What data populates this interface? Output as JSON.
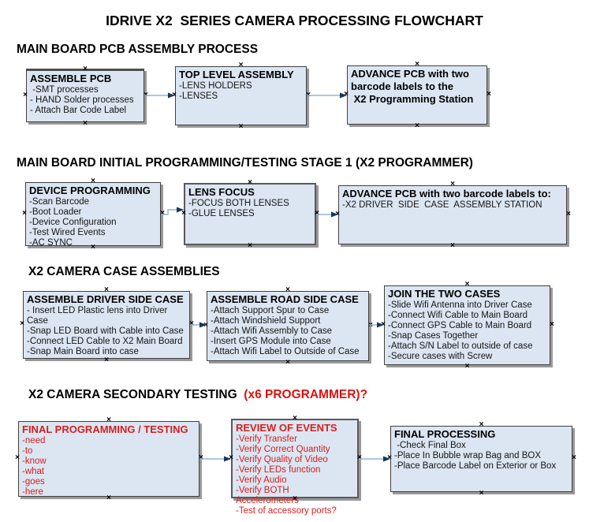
{
  "title": "IDRIVE X2  SERIES CAMERA PROCESSING FLOWCHART",
  "colors": {
    "box_fill": "#dce6f2",
    "box_border": "#404040",
    "box_shadow": "#999999",
    "connector_line": "#95b3d7",
    "connector_arrowhead": "#17375e",
    "red_text": "#d42020",
    "black_text": "#000000"
  },
  "sections": [
    {
      "heading": "MAIN BOARD PCB ASSEMBLY PROCESS",
      "boxes": [
        {
          "title": "ASSEMBLE PCB",
          "items": [
            " -SMT processes",
            "- HAND Solder processes",
            "- Attach Bar Code Label"
          ]
        },
        {
          "title": "TOP LEVEL ASSEMBLY",
          "items": [
            "-LENS HOLDERS",
            "-LENSES"
          ]
        },
        {
          "title": "ADVANCE PCB with two\nbarcode labels to the\n X2 Programming Station",
          "items": []
        }
      ]
    },
    {
      "heading": "MAIN BOARD INITIAL PROGRAMMING/TESTING STAGE 1 (X2 PROGRAMMER)",
      "boxes": [
        {
          "title": "DEVICE PROGRAMMING",
          "items": [
            "-Scan Barcode",
            "-Boot Loader",
            "-Device Configuration",
            "-Test Wired Events",
            "-AC SYNC"
          ]
        },
        {
          "title": "LENS FOCUS",
          "items": [
            "-FOCUS BOTH LENSES",
            "-GLUE LENSES"
          ]
        },
        {
          "title": "ADVANCE PCB with two barcode labels to:",
          "items": [
            "-X2 DRIVER  SIDE  CASE  ASSEMBLY STATION"
          ]
        }
      ]
    },
    {
      "heading": "X2 CAMERA CASE ASSEMBLIES",
      "boxes": [
        {
          "title": "ASSEMBLE DRIVER SIDE CASE",
          "items": [
            "- Insert LED Plastic lens into Driver Case",
            "-Snap LED Board with Cable into Case",
            "-Connect LED Cable to X2 Main Board",
            "-Snap Main Board into case"
          ]
        },
        {
          "title": "ASSEMBLE ROAD SIDE CASE",
          "items": [
            "-Attach Support Spur to Case",
            "-Attach Windshield Support",
            "-Attach Wifi Assembly to Case",
            "-Insert GPS Module into Case",
            "-Attach Wifi Label to Outside of Case"
          ]
        },
        {
          "title": "JOIN THE TWO CASES",
          "items": [
            "-Slide Wifi Antenna into Driver Case",
            "-Connect Wifi Cable to Main Board",
            "-Connect GPS Cable to Main Board",
            "-Snap Cases Together",
            "-Attach S/N Label to outside of case",
            "-Secure cases with Screw"
          ]
        }
      ]
    },
    {
      "heading": "X2 CAMERA SECONDARY TESTING ",
      "heading_red": " (x6 PROGRAMMER)?",
      "boxes": [
        {
          "title": "FINAL PROGRAMMING / TESTING",
          "items": [
            "-need",
            "-to",
            "-know",
            "-what",
            "-goes",
            "-here"
          ]
        },
        {
          "title": "REVIEW OF EVENTS",
          "items": [
            "-Verify Transfer",
            "-Verify Correct Quantity",
            "-Verify Quality of Video",
            "-Verify LEDs function",
            "-Verify Audio",
            "-Verify BOTH Accelerometers",
            "-Test of accessory ports?"
          ]
        },
        {
          "title": "FINAL PROCESSING",
          "items": [
            " -Check Final Box",
            "-Place In Bubble wrap Bag and BOX",
            "-Place Barcode Label on Exterior or Box"
          ]
        }
      ]
    }
  ]
}
